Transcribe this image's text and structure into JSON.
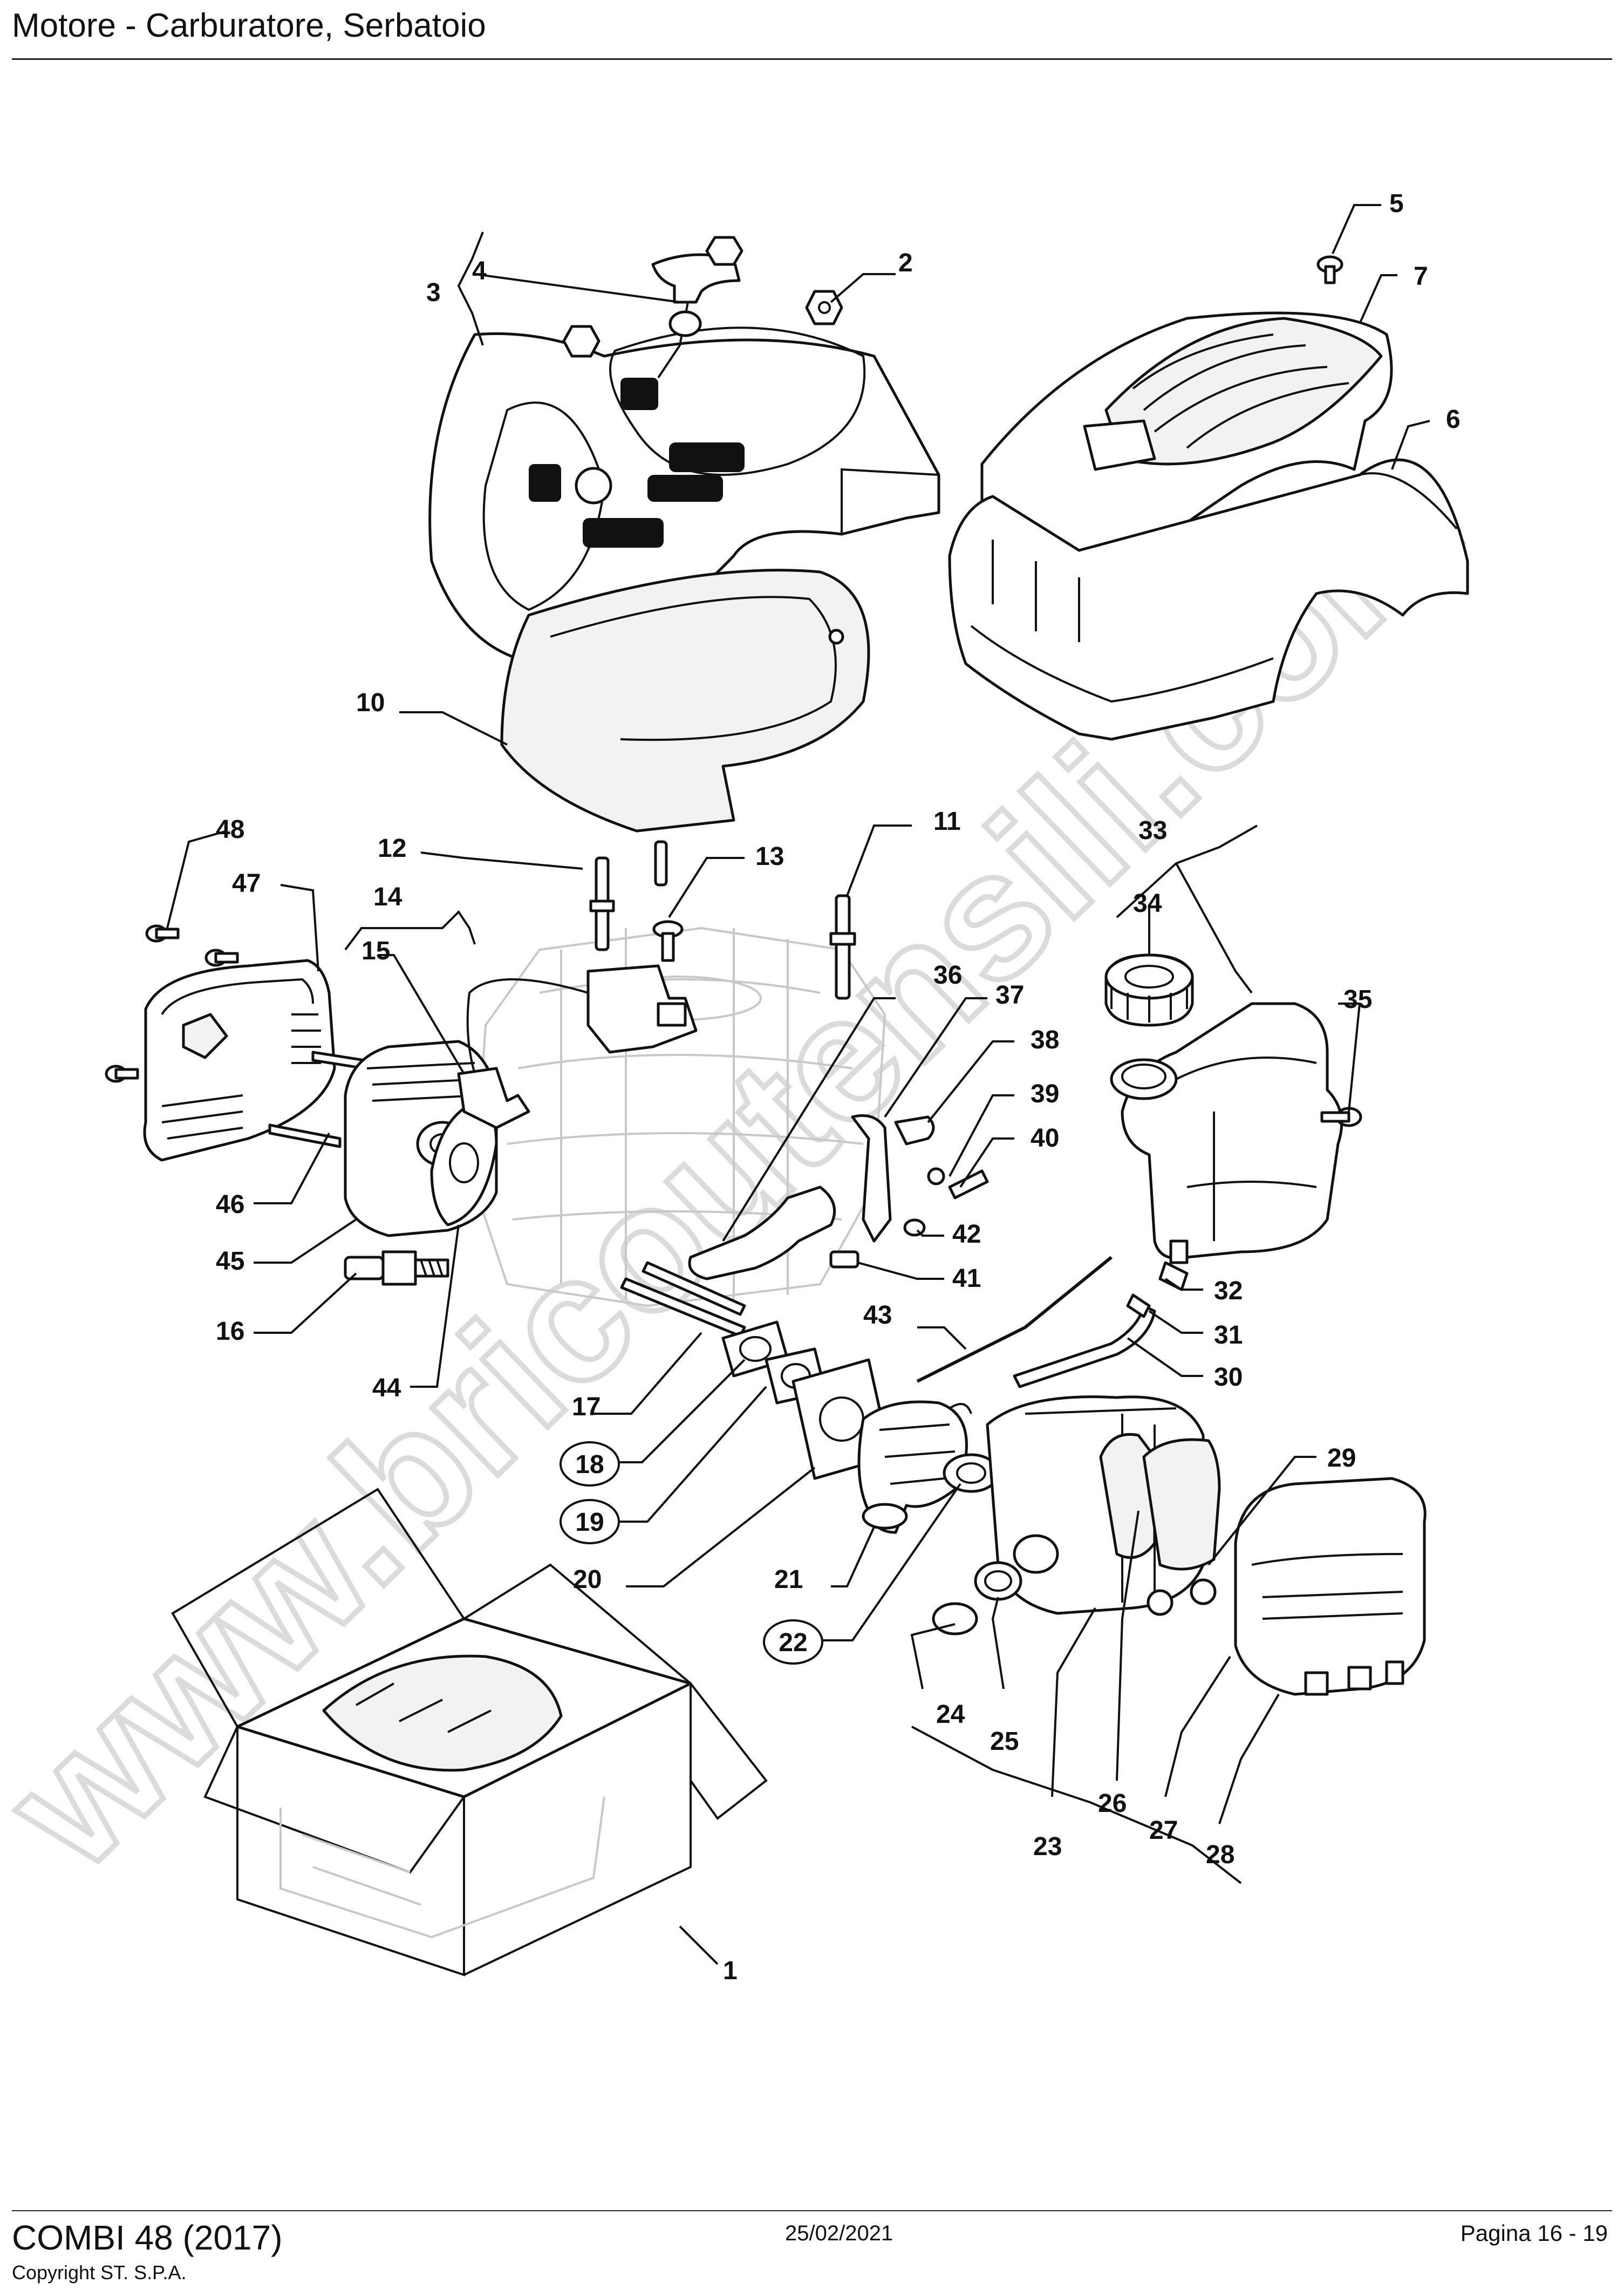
{
  "header": {
    "title": "Motore - Carburatore, Serbatoio"
  },
  "watermark": {
    "text": "www.bricoutensili.com"
  },
  "callouts": {
    "c1": "1",
    "c2": "2",
    "c3": "3",
    "c4": "4",
    "c5": "5",
    "c6": "6",
    "c7": "7",
    "c10": "10",
    "c11": "11",
    "c12": "12",
    "c13": "13",
    "c14": "14",
    "c15": "15",
    "c16": "16",
    "c17": "17",
    "c18": "18",
    "c19": "19",
    "c20": "20",
    "c21": "21",
    "c22": "22",
    "c23": "23",
    "c24": "24",
    "c25": "25",
    "c26": "26",
    "c27": "27",
    "c28": "28",
    "c29": "29",
    "c30": "30",
    "c31": "31",
    "c32": "32",
    "c33": "33",
    "c34": "34",
    "c35": "35",
    "c36": "36",
    "c37": "37",
    "c38": "38",
    "c39": "39",
    "c40": "40",
    "c41": "41",
    "c42": "42",
    "c43": "43",
    "c44": "44",
    "c45": "45",
    "c46": "46",
    "c47": "47",
    "c48": "48"
  },
  "circled_callouts": [
    "18",
    "19",
    "22"
  ],
  "footer": {
    "model": "COMBI 48 (2017)",
    "copyright": "Copyright ST. S.P.A.",
    "date": "25/02/2021",
    "page": "Pagina 16 - 19"
  }
}
